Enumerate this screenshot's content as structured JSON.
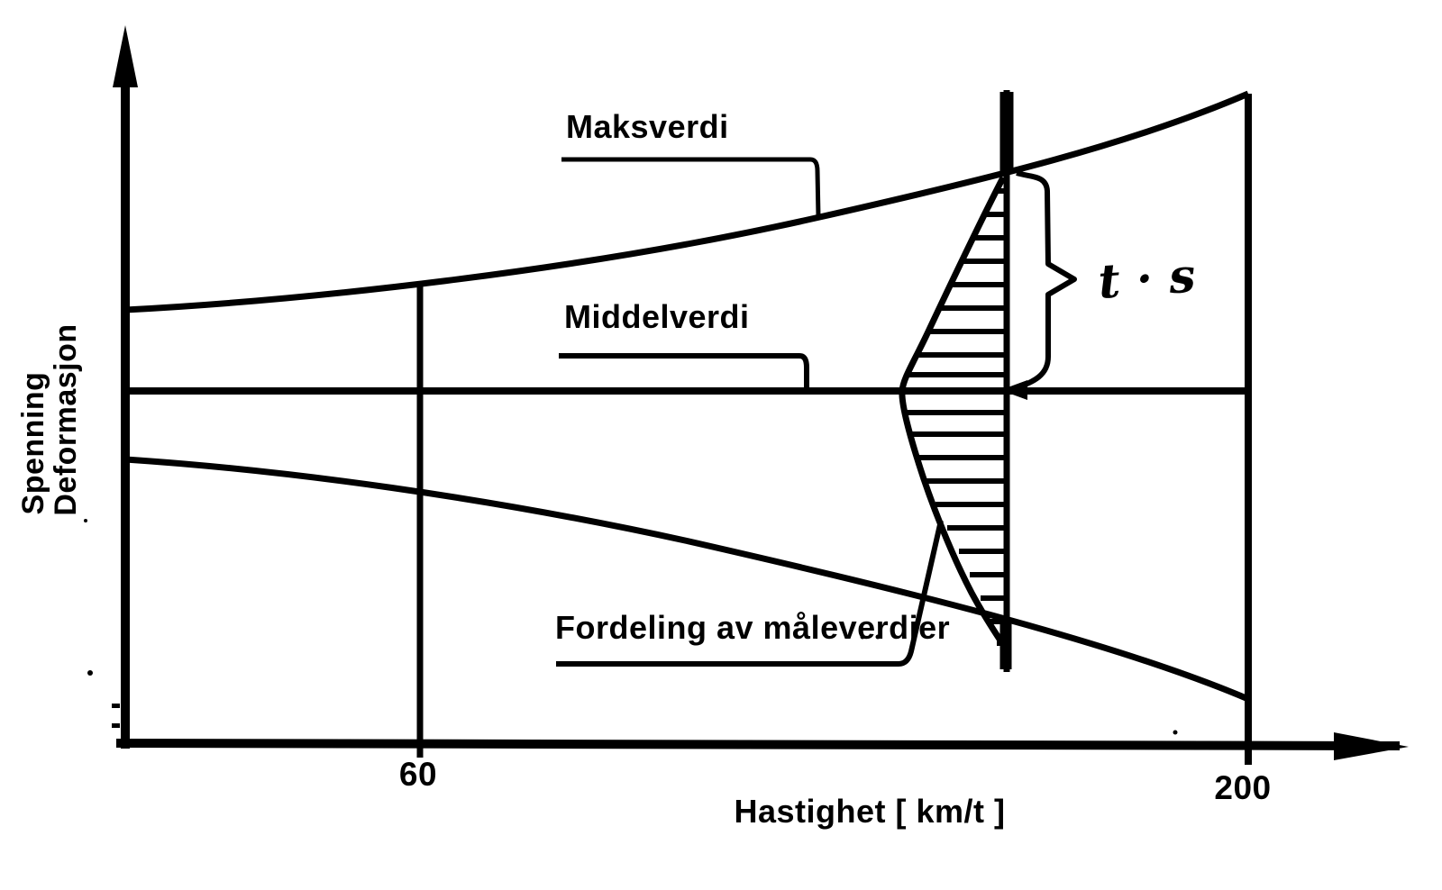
{
  "labels": {
    "maksverdi": "Maksverdi",
    "middelverdi": "Middelverdi",
    "fordeling": "Fordeling av måleverdier",
    "t_s": "t · s"
  },
  "axes": {
    "y_label_line1": "Spenning",
    "y_label_line2": "Deformasjon",
    "x_label": "Hastighet [ km/t ]",
    "x_tick_labels": [
      "60",
      "200"
    ]
  },
  "colors": {
    "ink": "#000000",
    "paper": "#ffffff"
  },
  "chart_data": {
    "type": "line",
    "title": "",
    "xlabel": "Hastighet [ km/t ]",
    "ylabel": "Spenning / Deformasjon",
    "x_ticks": [
      60,
      200
    ],
    "x_range_kmt": [
      10,
      200
    ],
    "y_units": "relative (no numeric y-scale shown)",
    "x": [
      10,
      60,
      125,
      160,
      200
    ],
    "series": [
      {
        "name": "Maksverdi",
        "values": [
          67,
          70,
          81,
          88,
          100
        ]
      },
      {
        "name": "Middelverdi",
        "values": [
          54,
          54,
          54,
          54,
          54
        ]
      },
      {
        "name": "lower envelope (unlabeled)",
        "values": [
          44,
          40,
          26,
          18,
          7
        ]
      }
    ],
    "annotations": [
      {
        "text": "Fordeling av måleverdier",
        "meaning": "hatched normal-distribution sketch drawn vertically at x ≈ 160 km/t, spanning from the Maksverdi curve down to the lower envelope"
      },
      {
        "text": "t · s",
        "meaning": "handwritten label on a brace marking the span between Maksverdi and Middelverdi at x ≈ 160 km/t"
      }
    ],
    "grid": false,
    "legend": "none (curves labelled via leader lines)"
  }
}
